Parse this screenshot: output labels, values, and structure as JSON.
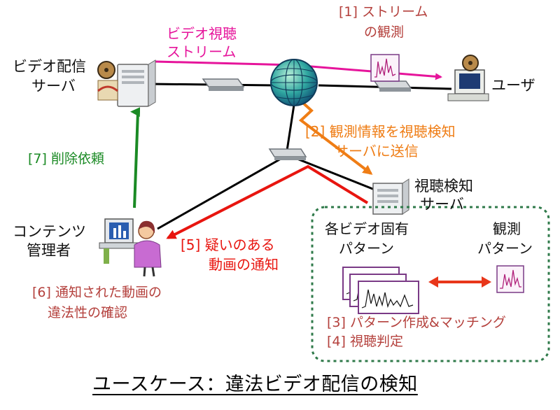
{
  "title": "ユースケース：違法ビデオ配信の検知",
  "nodes": {
    "video_server": {
      "line1": "ビデオ配信",
      "line2": "サーバ"
    },
    "user": "ユーザ",
    "detect_server": {
      "line1": "視聴検知",
      "line2": "サーバ"
    },
    "content_admin": {
      "line1": "コンテンツ",
      "line2": "管理者"
    }
  },
  "stream_label": {
    "line1": "ビデオ視聴",
    "line2": "ストリーム"
  },
  "steps": {
    "s1": {
      "line1": "[1] ストリーム",
      "line2": "の観測"
    },
    "s2": {
      "line1": "[2] 観測情報を視聴検知",
      "line2": "サーバに送信"
    },
    "s3": "[3] パターン作成&マッチング",
    "s4": "[4] 視聴判定",
    "s5": {
      "line1": "[5] 疑いのある",
      "line2": "動画の通知"
    },
    "s6": {
      "line1": "[6] 通知された動画の",
      "line2": "違法性の確認"
    },
    "s7": "[7] 削除依頼"
  },
  "patterns": {
    "per_video": {
      "line1": "各ビデオ固有",
      "line2": "パターン"
    },
    "observed": {
      "line1": "観測",
      "line2": "パターン"
    }
  },
  "colors": {
    "magenta": "#e6149b",
    "orange": "#ef7d15",
    "red": "#e8150f",
    "green": "#1a8a24",
    "brown": "#b4403c",
    "dashed_box": "#2f7a4a",
    "pattern_purple": "#7a3a86"
  }
}
